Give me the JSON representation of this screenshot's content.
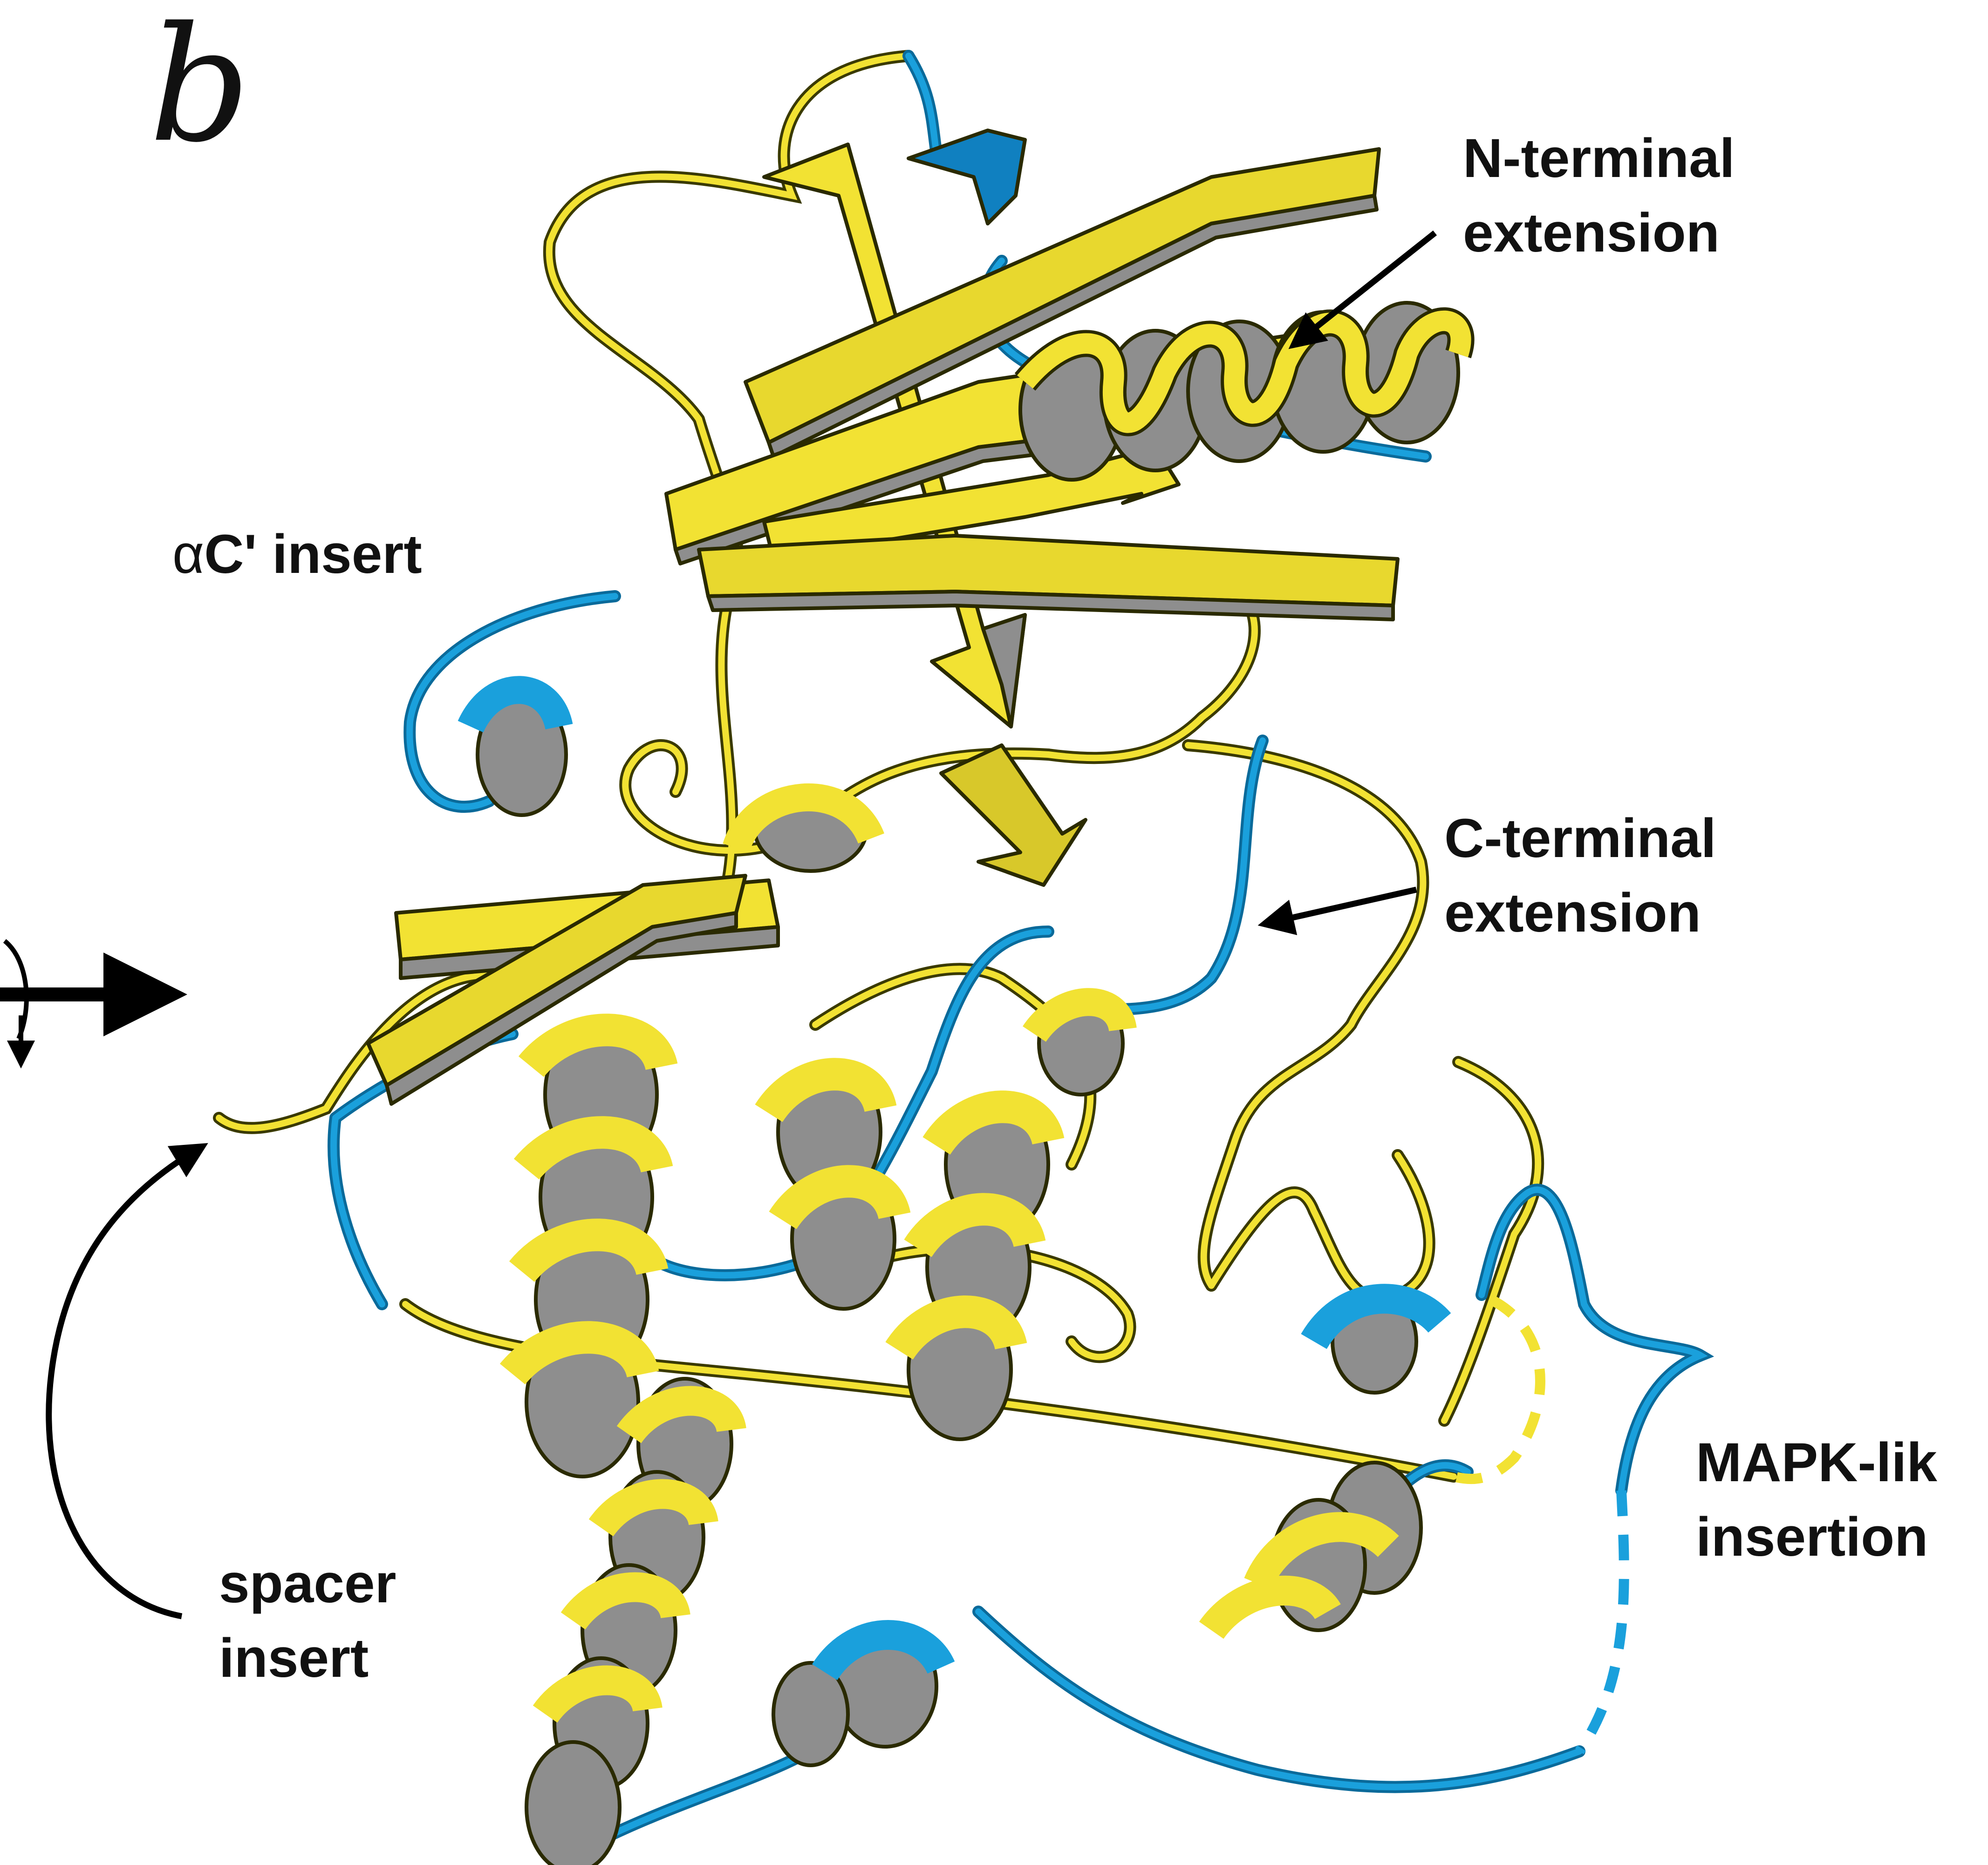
{
  "figure": {
    "panel_letter": "b",
    "labels": {
      "n_terminal": [
        "N-terminal",
        "extension"
      ],
      "alpha_c_insert": {
        "greek": "α",
        "bold": "C' insert"
      },
      "c_terminal": [
        "C-terminal",
        "extension"
      ],
      "mapk_like": [
        "MAPK-lik",
        "insertion"
      ],
      "spacer": [
        "spacer",
        "insert"
      ]
    },
    "colors": {
      "core": "#f2e233",
      "core_edge": "#3a3a00",
      "insertion": "#1aa0dc",
      "insertion_dark": "#0a7fb7",
      "shadow": "#8e8e8e",
      "arrow": "#000000"
    }
  }
}
